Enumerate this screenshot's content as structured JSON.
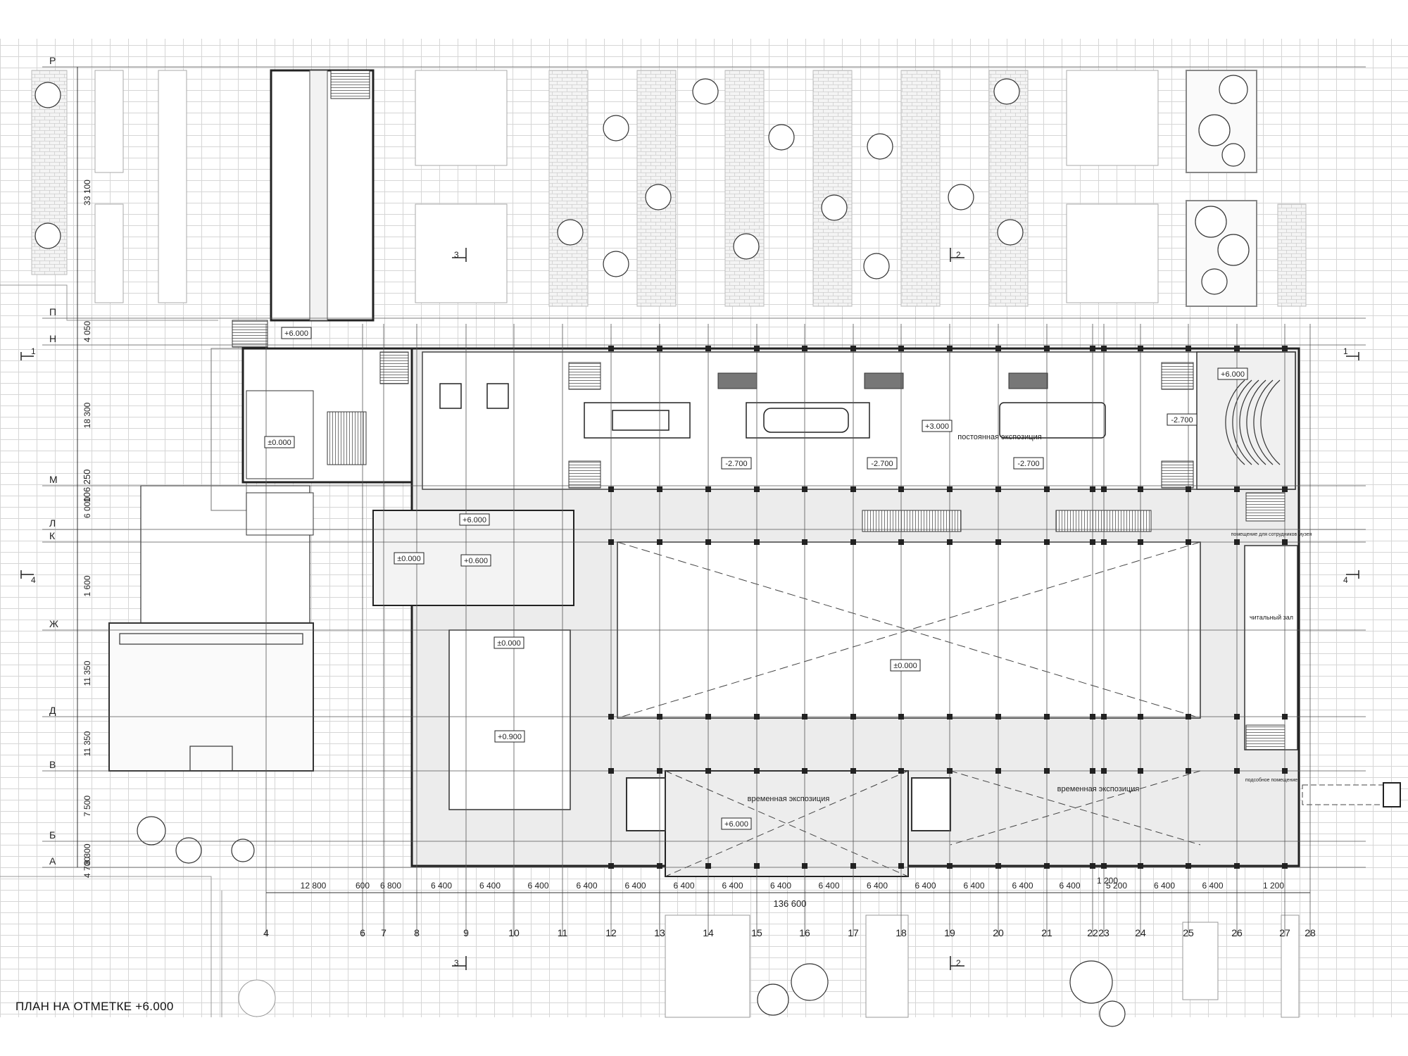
{
  "caption": "ПЛАН НА ОТМЕТКЕ +6.000",
  "row_axes": [
    "Р",
    "П",
    "Н",
    "М",
    "Л",
    "К",
    "Ж",
    "Д",
    "В",
    "Б",
    "А"
  ],
  "col_axes": [
    "4",
    "6",
    "7",
    "8",
    "9",
    "10",
    "11",
    "12",
    "13",
    "14",
    "15",
    "16",
    "17",
    "18",
    "19",
    "20",
    "21",
    "22",
    "23",
    "24",
    "25",
    "26",
    "27",
    "28"
  ],
  "row_dims": [
    "33 100",
    "4 050",
    "18 300",
    "6 000",
    "1 600",
    "11 350",
    "11 350",
    "7 500",
    "8 300",
    "4 700"
  ],
  "overall_vertical_dim": "106 250",
  "col_dims": [
    "12 800",
    "600",
    "6 800",
    "6 400",
    "6 400",
    "6 400",
    "6 400",
    "6 400",
    "6 400",
    "6 400",
    "6 400",
    "6 400",
    "6 400",
    "6 400",
    "6 400",
    "6 400",
    "6 400",
    "5 200",
    "6 400",
    "6 400",
    "1 200"
  ],
  "extra_dim_top": "1 200",
  "overall_horizontal_dim": "136 600",
  "section_marks": [
    {
      "label": "1",
      "side": "left"
    },
    {
      "label": "1",
      "side": "right"
    },
    {
      "label": "4",
      "side": "left"
    },
    {
      "label": "4",
      "side": "right"
    },
    {
      "label": "3",
      "side": "top"
    },
    {
      "label": "2",
      "side": "top"
    },
    {
      "label": "3",
      "side": "bottom"
    },
    {
      "label": "2",
      "side": "bottom"
    }
  ],
  "levels": {
    "office_top": "+6.000",
    "hall_left": "±0.000",
    "gallery_top": "+6.000",
    "gallery_left": "±0.000",
    "gallery_mid": "+0.600",
    "courtyard_top": "±0.000",
    "courtyard_mid": "+0.900",
    "expo_1": "-2.700",
    "expo_2": "-2.700",
    "expo_3": "-2.700",
    "expo_4": "-2.700",
    "expo_mid": "+3.000",
    "auditorium": "+6.000",
    "main_hall": "±0.000",
    "temp_expo": "+6.000"
  },
  "room_labels": {
    "permanent": "постоянная экспозиция",
    "temporary_1": "временная экспозиция",
    "temporary_2": "временная экспозиция",
    "staff_room": "помещение для сотрудников музея",
    "reading_hall": "читальный зал",
    "utility": "подсобное помещение"
  }
}
